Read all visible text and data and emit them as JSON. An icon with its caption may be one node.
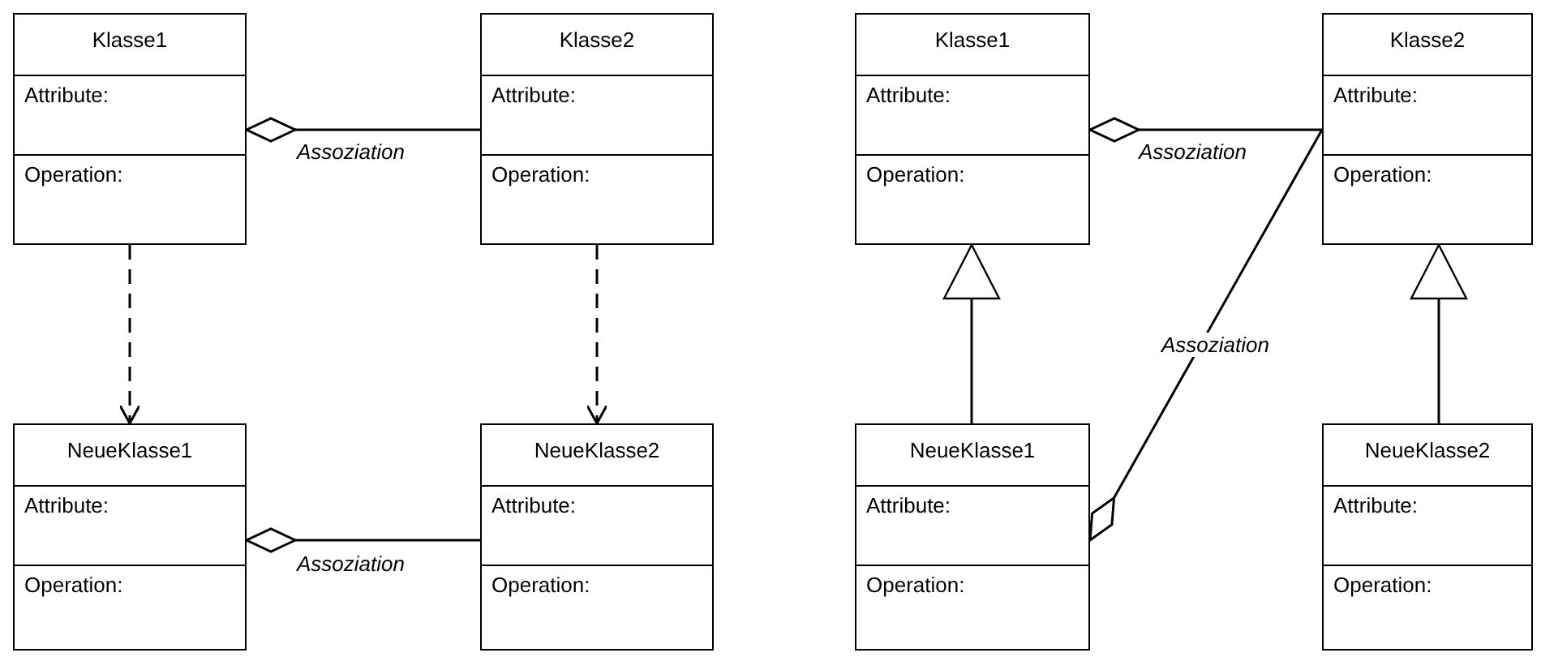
{
  "diagram": {
    "nodes": [
      {
        "text": [
          "Klasse1",
          "Attribute:",
          "Operation:"
        ]
      },
      {
        "text": [
          "Klasse2",
          "Attribute:",
          "Operation:"
        ]
      },
      {
        "text": [
          "Klasse1",
          "Attribute:",
          "Operation:"
        ]
      },
      {
        "text": [
          "Klasse2",
          "Attribute:",
          "Operation:"
        ]
      },
      {
        "text": [
          "NeueKlasse1",
          "Attribute:",
          "Operation:"
        ]
      },
      {
        "text": [
          "NeueKlasse2",
          "Attribute:",
          "Operation:"
        ]
      },
      {
        "text": [
          "NeueKlasse1",
          "Attribute:",
          "Operation:"
        ]
      },
      {
        "text": [
          "NeueKlasse2",
          "Attribute:",
          "Operation:"
        ]
      }
    ],
    "edges": [
      {
        "from": 1,
        "to": 0,
        "arrow": "other",
        "label": "Assoziation"
      },
      {
        "from": 0,
        "to": 4,
        "arrow": "to",
        "style": "dashed"
      },
      {
        "from": 1,
        "to": 5,
        "arrow": "to",
        "style": "dashed"
      },
      {
        "from": 5,
        "to": 4,
        "arrow": "other",
        "label": "Assoziation"
      },
      {
        "from": 3,
        "to": 2,
        "arrow": "other",
        "label": "Assoziation"
      },
      {
        "from": 6,
        "to": 2,
        "arrow": "to"
      },
      {
        "from": 7,
        "to": 3,
        "arrow": "to"
      },
      {
        "from": 3,
        "to": 6,
        "arrow": "other",
        "label": "Assoziation"
      }
    ]
  }
}
